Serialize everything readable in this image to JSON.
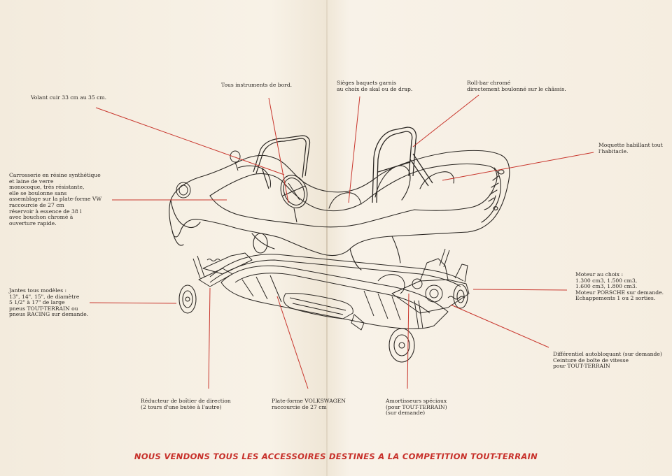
{
  "callouts": {
    "volant": [
      "Volant cuir 33 cm au 35 cm."
    ],
    "instruments": [
      "Tous instruments de bord."
    ],
    "sieges": [
      "Sièges baquets garnis",
      "au choix de skaï ou de drap."
    ],
    "rollbar": [
      "Roll-bar chromé",
      "directement boulonné sur le châssis."
    ],
    "moquette": [
      "Moquette habillant tout",
      "l'habitacle."
    ],
    "carrosserie": [
      "Carrosserie en résine synthétique",
      "et laine de verre",
      "monocoque, très résistante,",
      "elle se boulonne sans",
      "assemblage sur la plate-forme VW",
      "raccourcie de 27 cm",
      "réservoir à essence de 38 l",
      "avec bouchon chromé à",
      "ouverture rapide."
    ],
    "jantes": [
      "Jantes tous modèles :",
      "13\", 14\", 15\", de diamètre",
      "5 1/2\" à 17\" de large",
      "pneus TOUT-TERRAIN ou",
      "pneus RACING sur demande."
    ],
    "moteur": [
      "Moteur au choix :",
      "1.300 cm3, 1.500 cm3,",
      "1.600 cm3, 1.800 cm3.",
      "Moteur PORSCHE sur demande.",
      "Echappements 1 ou 2 sorties."
    ],
    "differentiel": [
      "Différentiel autobloquant (sur demande)",
      "Ceinture de boîte de vitesse",
      "pour TOUT-TERRAIN"
    ],
    "reducteur": [
      "Réducteur de boîtier de direction",
      "(2 tours d'une butée à l'autre)"
    ],
    "plateforme": [
      "Plate-forme VOLKSWAGEN",
      "raccourcie de 27 cm"
    ],
    "amortisseurs": [
      "Amortisseurs spéciaux",
      "(pour TOUT-TERRAIN)",
      "(sur demande)"
    ]
  },
  "banner": "NOUS VENDONS TOUS LES ACCESSOIRES DESTINES A LA COMPETITION TOUT-TERRAIN",
  "colors": {
    "leader_line": "#c8352c",
    "ink": "#2b2723",
    "banner": "#c7302a"
  }
}
